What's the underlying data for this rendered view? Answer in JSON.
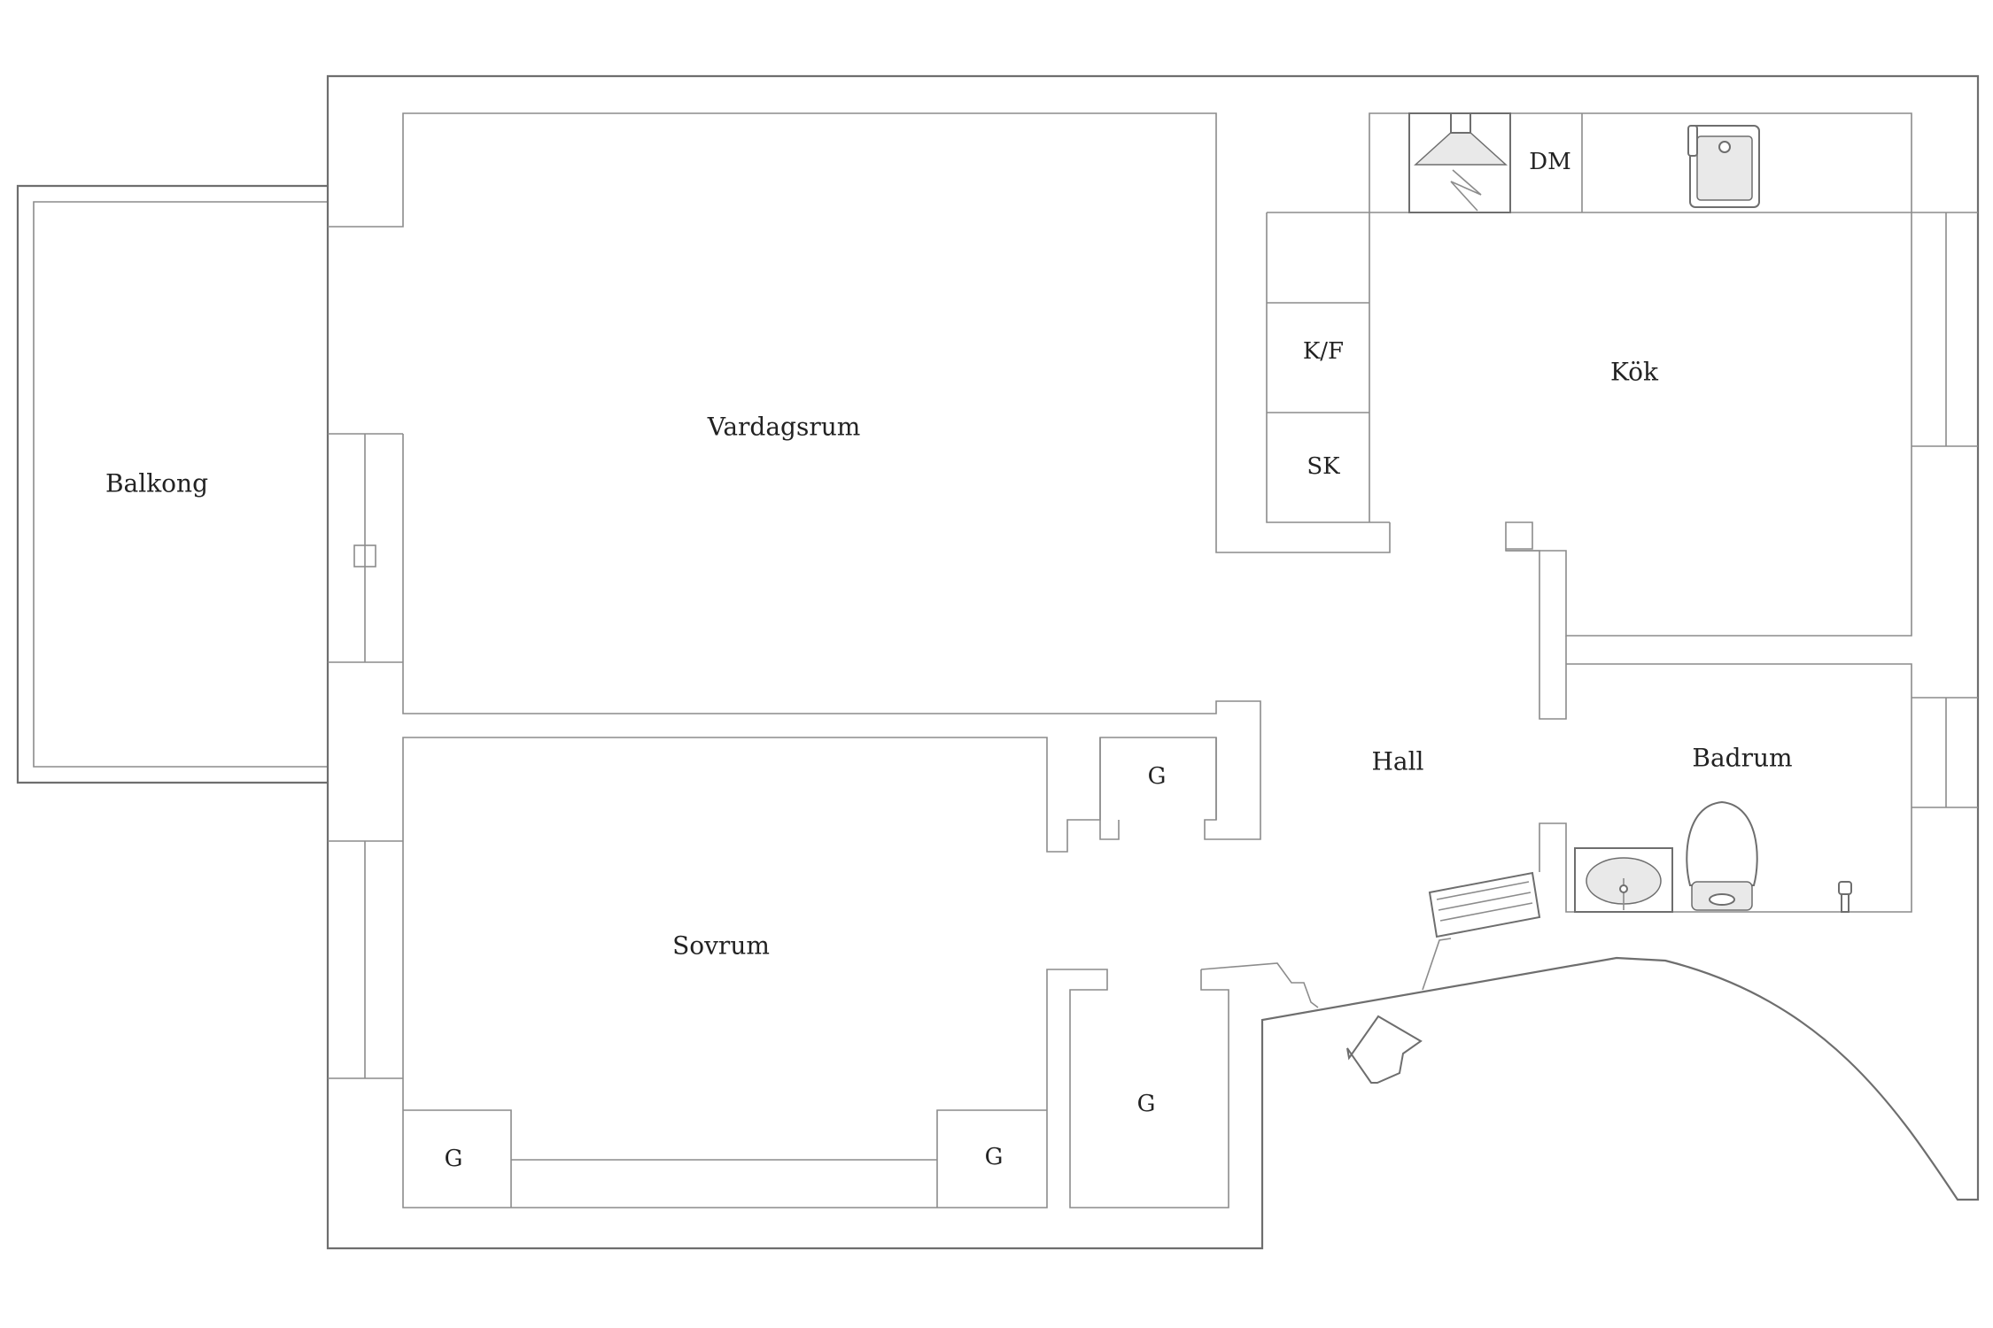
{
  "rooms": {
    "balkong": "Balkong",
    "vardagsrum": "Vardagsrum",
    "kok": "Kök",
    "hall": "Hall",
    "badrum": "Badrum",
    "sovrum": "Sovrum"
  },
  "appliances": {
    "dm": "DM",
    "kf": "K/F",
    "sk": "SK"
  },
  "closets": {
    "hall_g": "G",
    "lower_g": "G",
    "sovrum_left_g": "G",
    "sovrum_right_g": "G"
  },
  "icons": {
    "entrance": "entrance-arrow-icon",
    "sink": "kitchen-sink-icon",
    "hood": "range-hood-icon",
    "washbasin": "washbasin-icon",
    "toilet": "toilet-icon",
    "radiator": "radiator-icon"
  }
}
